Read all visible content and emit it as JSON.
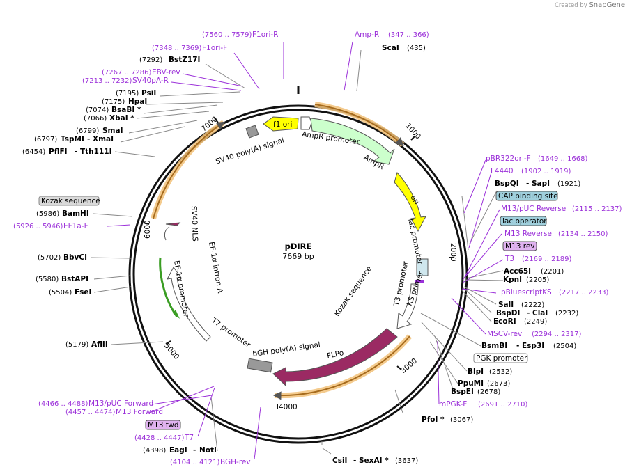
{
  "credit": {
    "prefix": "Created by",
    "brand": "SnapGene"
  },
  "plasmid": {
    "name": "pDIRE",
    "length": "7669 bp"
  },
  "colors": {
    "primer": "#9b30d9",
    "line": "#888888",
    "backbone": "#000000"
  },
  "ticks": [
    "1000",
    "2000",
    "3000",
    "4000",
    "5000",
    "6000",
    "7000"
  ],
  "enzymes": {
    "ScaI": {
      "name": "ScaI",
      "pos": "(435)"
    },
    "BstZ17I": {
      "name": "BstZ17I",
      "pos": "(7292)"
    },
    "PsiI": {
      "name": "PsiI",
      "pos": "(7195)"
    },
    "HpaI": {
      "name": "HpaI",
      "pos": "(7175)"
    },
    "BsaBI": {
      "name": "BsaBI *",
      "pos": "(7074)"
    },
    "XbaI": {
      "name": "XbaI *",
      "pos": "(7066)"
    },
    "SmaI": {
      "name": "SmaI",
      "pos": "(6799)"
    },
    "TspMI": {
      "name": "TspMI",
      "name2": "XmaI",
      "pos": "(6797)"
    },
    "PflFI": {
      "name": "PflFI",
      "name2": "Tth111I",
      "pos": "(6454)"
    },
    "BamHI": {
      "name": "BamHI",
      "pos": "(5986)"
    },
    "BbvCI": {
      "name": "BbvCI",
      "pos": "(5702)"
    },
    "BstAPI": {
      "name": "BstAPI",
      "pos": "(5580)"
    },
    "FseI": {
      "name": "FseI",
      "pos": "(5504)"
    },
    "AflII": {
      "name": "AflII",
      "pos": "(5179)"
    },
    "BspQI": {
      "name": "BspQI",
      "name2": "SapI",
      "pos": "(1921)"
    },
    "Acc65I": {
      "name": "Acc65I",
      "pos": "(2201)"
    },
    "KpnI": {
      "name": "KpnI",
      "pos": "(2205)"
    },
    "SalI": {
      "name": "SalI",
      "pos": "(2222)"
    },
    "BspDI": {
      "name": "BspDI",
      "name2": "ClaI",
      "pos": "(2232)"
    },
    "EcoRI": {
      "name": "EcoRI",
      "pos": "(2249)"
    },
    "BsmBI": {
      "name": "BsmBI",
      "name2": "Esp3I",
      "pos": "(2504)"
    },
    "BlpI": {
      "name": "BlpI",
      "pos": "(2532)"
    },
    "PpuMI": {
      "name": "PpuMI",
      "pos": "(2673)"
    },
    "BspEI": {
      "name": "BspEI",
      "pos": "(2678)"
    },
    "PfoI": {
      "name": "PfoI *",
      "pos": "(3067)"
    },
    "CsiI": {
      "name": "CsiI",
      "name2": "SexAI *",
      "pos": "(3637)"
    },
    "EagI": {
      "name": "EagI",
      "name2": "NotI",
      "pos": "(4398)"
    }
  },
  "primers": {
    "F1oriR": {
      "name": "F1ori-R",
      "pos": "(7560 .. 7579)"
    },
    "F1oriF": {
      "name": "F1ori-F",
      "pos": "(7348 .. 7369)"
    },
    "EBVrev": {
      "name": "EBV-rev",
      "pos": "(7267 .. 7286)"
    },
    "SV40pAR": {
      "name": "SV40pA-R",
      "pos": "(7213 .. 7232)"
    },
    "EF1aF": {
      "name": "EF1a-F",
      "pos": "(5926 .. 5946)"
    },
    "AmpR": {
      "name": "Amp-R",
      "pos": "(347 .. 366)"
    },
    "pBR322": {
      "name": "pBR322ori-F",
      "pos": "(1649 .. 1668)"
    },
    "L4440": {
      "name": "L4440",
      "pos": "(1902 .. 1919)"
    },
    "M13pUCrev": {
      "name": "M13/pUC Reverse",
      "pos": "(2115 .. 2137)"
    },
    "M13Reverse": {
      "name": "M13 Reverse",
      "pos": "(2134 .. 2150)"
    },
    "T3": {
      "name": "T3",
      "pos": "(2169 .. 2189)"
    },
    "pBluescriptKS": {
      "name": "pBluescriptKS",
      "pos": "(2217 .. 2233)"
    },
    "MSCVrev": {
      "name": "MSCV-rev",
      "pos": "(2294 .. 2317)"
    },
    "mPGKF": {
      "name": "mPGK-F",
      "pos": "(2691 .. 2710)"
    },
    "M13pUCfwd": {
      "name": "M13/pUC Forward",
      "pos": "(4466 .. 4488)"
    },
    "M13Forward": {
      "name": "M13 Forward",
      "pos": "(4457 .. 4474)"
    },
    "T7": {
      "name": "T7",
      "pos": "(4428 .. 4447)"
    },
    "BGHrev": {
      "name": "BGH-rev",
      "pos": "(4104 .. 4121)"
    }
  },
  "boxes": {
    "kozak": "Kozak sequence",
    "cap": "CAP binding site",
    "lacop": "lac operator",
    "m13rev": "M13 rev",
    "pgk": "PGK promoter",
    "m13fwd": "M13 fwd"
  },
  "features": {
    "f1ori": "f1 ori",
    "sv40pa": "SV40 poly(A) signal",
    "amppro": "AmpR promoter",
    "ampr": "AmpR",
    "ori": "ori",
    "lacpro": "lac promoter",
    "t3pro": "T3 promoter",
    "ksprimer": "KS primer",
    "kozak": "Kozak sequence",
    "sv40nls": "SV40 NLS",
    "ef1intron": "EF-1α intron A",
    "ef1pro": "EF-1α promoter",
    "t7pro": "T7 promoter",
    "bgh": "bGH poly(A) signal",
    "flpo": "FLPo"
  }
}
